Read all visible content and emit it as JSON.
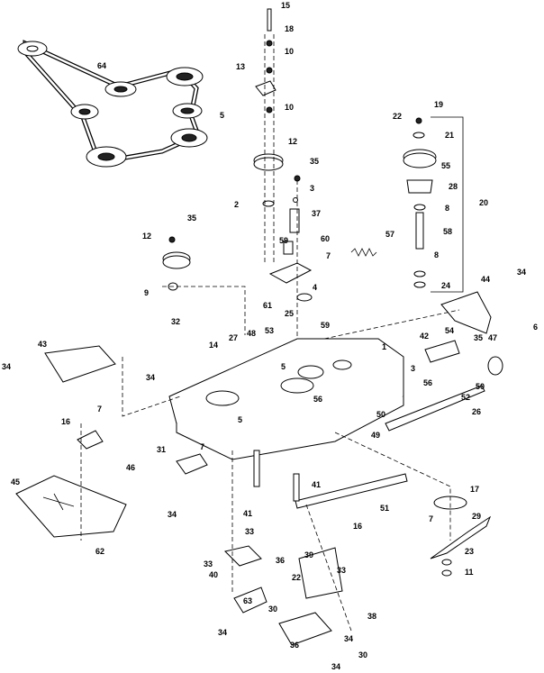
{
  "diagram": {
    "callouts": [
      "15",
      "18",
      "10",
      "13",
      "5",
      "10",
      "64",
      "12",
      "35",
      "3",
      "2",
      "37",
      "59",
      "60",
      "57",
      "7",
      "61",
      "4",
      "25",
      "22",
      "19",
      "21",
      "55",
      "28",
      "8",
      "20",
      "58",
      "8",
      "24",
      "44",
      "34",
      "35",
      "12",
      "9",
      "32",
      "14",
      "27",
      "48",
      "53",
      "59",
      "1",
      "42",
      "54",
      "35",
      "47",
      "6",
      "43",
      "34",
      "34",
      "7",
      "16",
      "5",
      "56",
      "56",
      "3",
      "50",
      "50",
      "52",
      "26",
      "49",
      "46",
      "31",
      "7",
      "5",
      "45",
      "34",
      "41",
      "41",
      "51",
      "17",
      "7",
      "29",
      "16",
      "62",
      "33",
      "33",
      "40",
      "36",
      "63",
      "30",
      "34",
      "39",
      "33",
      "22",
      "23",
      "11",
      "38",
      "36",
      "34",
      "30",
      "34"
    ]
  }
}
